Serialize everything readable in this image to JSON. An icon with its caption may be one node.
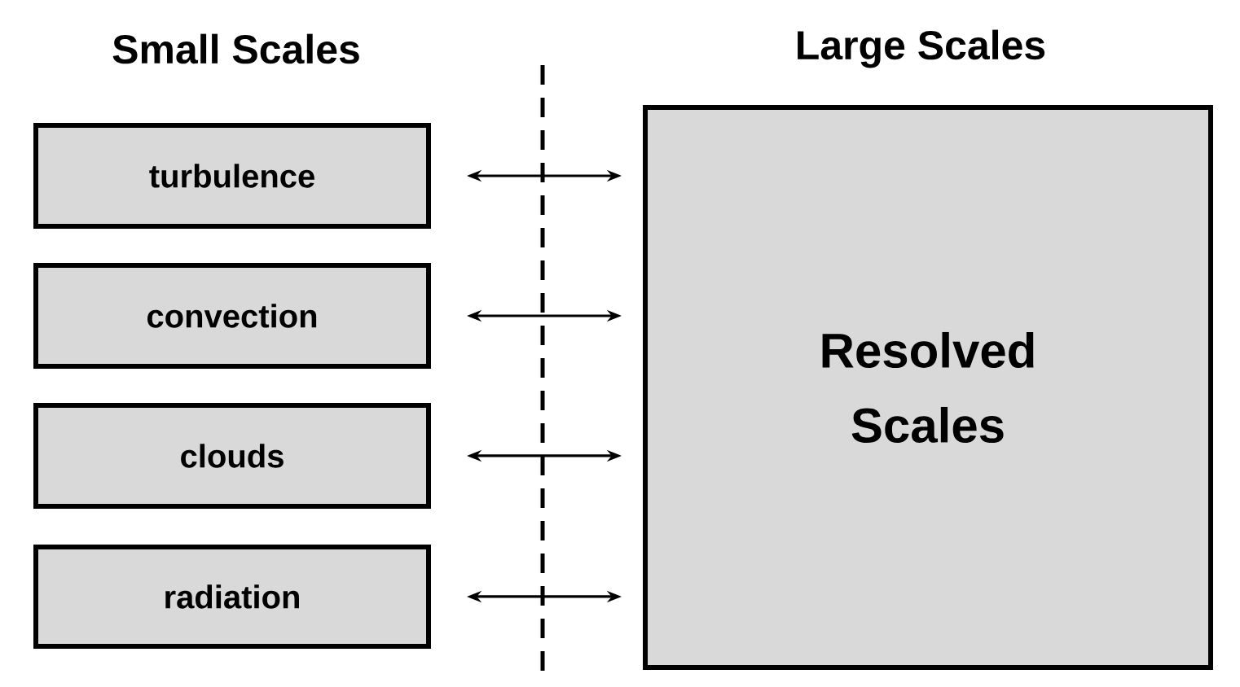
{
  "diagram": {
    "nodes": [
      {
        "text": [
          "turbulence"
        ]
      },
      {
        "text": [
          "convection"
        ]
      },
      {
        "text": [
          "clouds"
        ]
      },
      {
        "text": [
          "radiation"
        ]
      },
      {
        "text": [
          "Resolved Scales"
        ]
      }
    ],
    "edges": [
      {
        "from": 0,
        "to": 4,
        "arrow": "both"
      },
      {
        "from": 1,
        "to": 4,
        "arrow": "both"
      },
      {
        "from": 2,
        "to": 4,
        "arrow": "both"
      },
      {
        "from": 3,
        "to": 4,
        "arrow": "both"
      }
    ],
    "labels": [
      "Small Scales",
      "Large Scales"
    ]
  }
}
